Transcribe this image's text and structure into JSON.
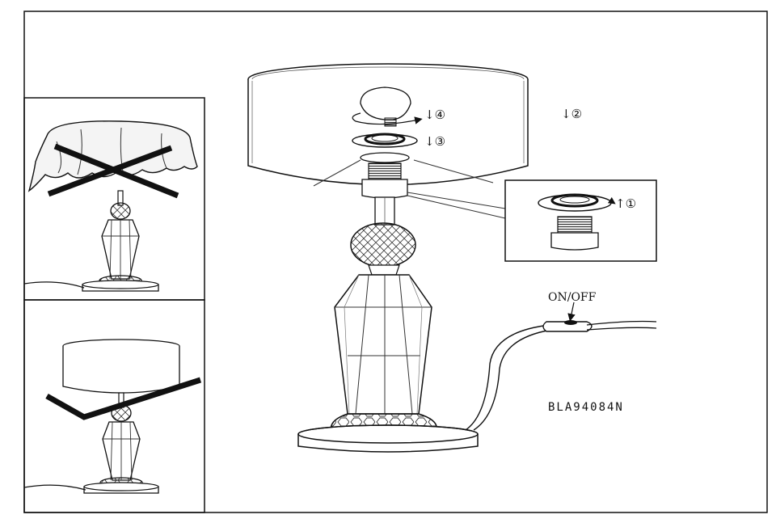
{
  "labels": {
    "switch": "ON/OFF",
    "model": "BLA94084N",
    "step1": "↑①",
    "step2": "↓②",
    "step3": "↓③",
    "step4": "↓④"
  },
  "colors": {
    "line": "#111111",
    "hatch": "#555555",
    "background": "#ffffff"
  },
  "icons": [
    "bulb-icon",
    "rotate-arrow-icon",
    "cross-mark-icon",
    "wrong-mark-icon"
  ]
}
